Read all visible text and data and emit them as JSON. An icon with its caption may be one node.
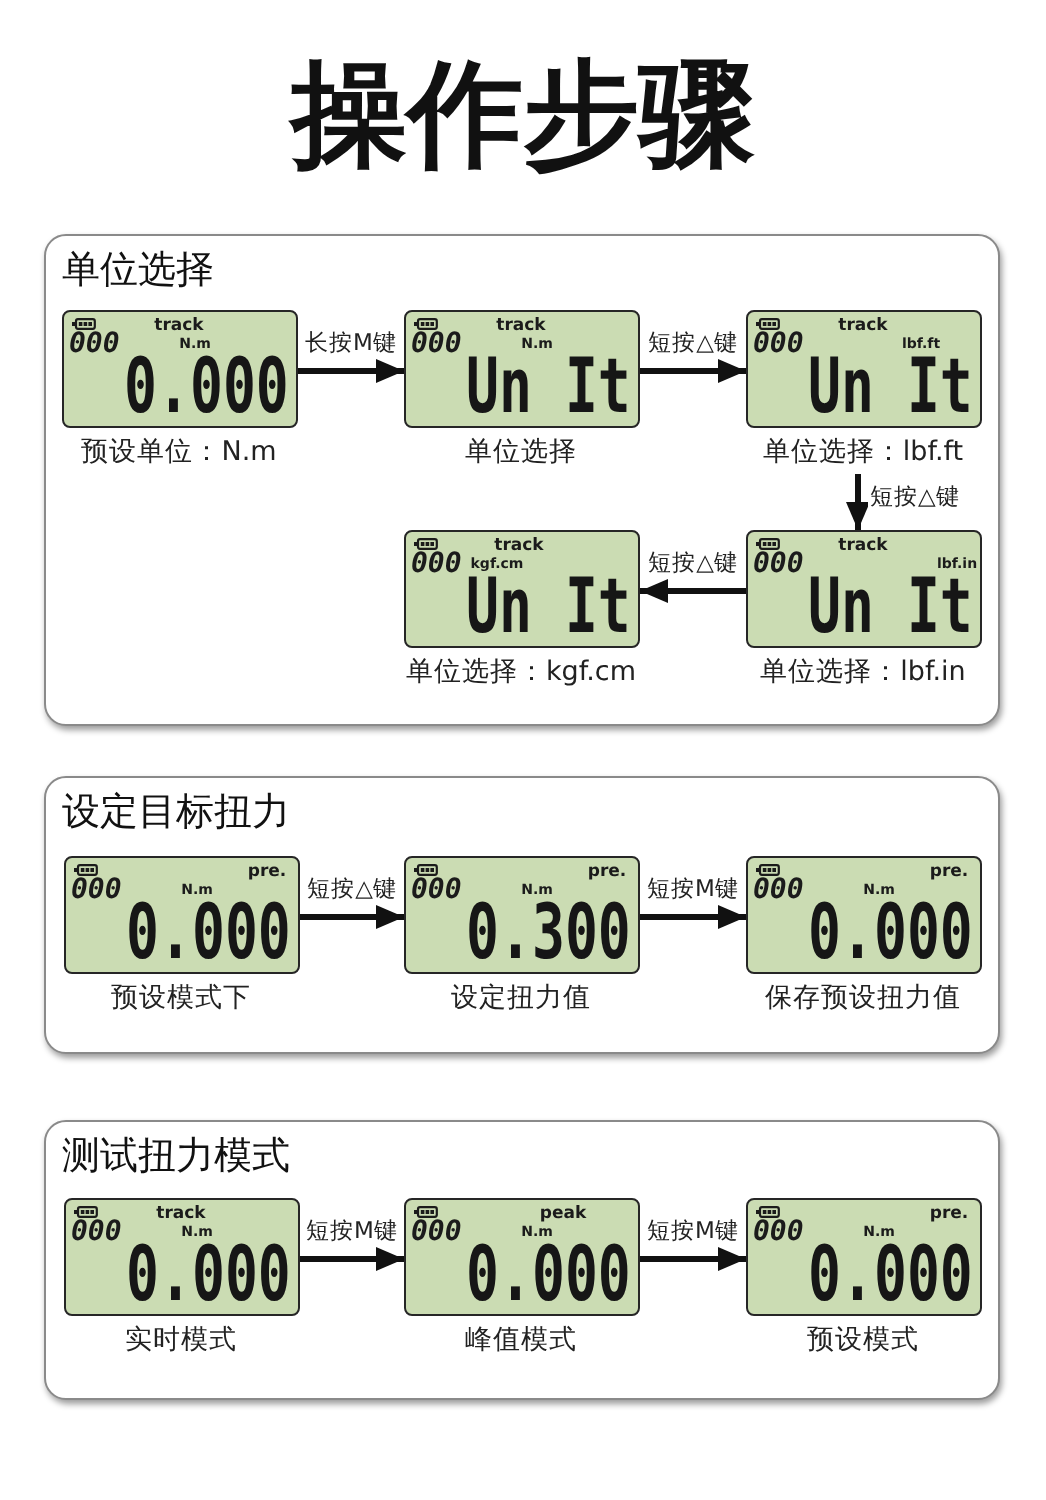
{
  "diagram": {
    "title": "操作步骤",
    "nodes": [
      {
        "text": [
          "单位选择"
        ]
      },
      {
        "text": [
          "track",
          "000",
          "N.m",
          "0.000"
        ],
        "in": 0,
        "beside": [
          "预设单位：N.m"
        ]
      },
      {
        "text": [
          "track",
          "000",
          "N.m",
          "Un It"
        ],
        "in": 0,
        "beside": [
          "单位选择"
        ]
      },
      {
        "text": [
          "track",
          "000",
          "lbf.ft",
          "Un It"
        ],
        "in": 0,
        "beside": [
          "单位选择：lbf.ft"
        ]
      },
      {
        "text": [
          "track",
          "000",
          "kgf.cm",
          "Un It"
        ],
        "in": 0,
        "beside": [
          "单位选择：kgf.cm"
        ]
      },
      {
        "text": [
          "track",
          "000",
          "lbf.in",
          "Un It"
        ],
        "in": 0,
        "beside": [
          "单位选择：lbf.in"
        ]
      },
      {
        "text": [
          "设定目标扭力"
        ]
      },
      {
        "text": [
          "pre.",
          "000",
          "N.m",
          "0.000"
        ],
        "in": 6,
        "beside": [
          "预设模式下"
        ]
      },
      {
        "text": [
          "pre.",
          "000",
          "N.m",
          "0.300"
        ],
        "in": 6,
        "beside": [
          "设定扭力值"
        ]
      },
      {
        "text": [
          "pre.",
          "000",
          "N.m",
          "0.000"
        ],
        "in": 6,
        "beside": [
          "保存预设扭力值"
        ]
      },
      {
        "text": [
          "测试扭力模式"
        ]
      },
      {
        "text": [
          "track",
          "000",
          "N.m",
          "0.000"
        ],
        "in": 10,
        "beside": [
          "实时模式"
        ]
      },
      {
        "text": [
          "peak",
          "000",
          "N.m",
          "0.000"
        ],
        "in": 10,
        "beside": [
          "峰值模式"
        ]
      },
      {
        "text": [
          "pre.",
          "000",
          "N.m",
          "0.000"
        ],
        "in": 10,
        "beside": [
          "预设模式"
        ]
      }
    ],
    "edges": [
      {
        "from": 1,
        "to": 2,
        "arrow": "to",
        "label": "长按M键"
      },
      {
        "from": 2,
        "to": 3,
        "arrow": "to",
        "label": "短按△键"
      },
      {
        "from": 3,
        "to": 5,
        "arrow": "to",
        "label": "短按△键"
      },
      {
        "from": 5,
        "to": 4,
        "arrow": "to",
        "label": "短按△键"
      },
      {
        "from": 7,
        "to": 8,
        "arrow": "to",
        "label": "短按△键"
      },
      {
        "from": 8,
        "to": 9,
        "arrow": "to",
        "label": "短按M键"
      },
      {
        "from": 11,
        "to": 12,
        "arrow": "to",
        "label": "短按M键"
      },
      {
        "from": 12,
        "to": 13,
        "arrow": "to",
        "label": "短按M键"
      }
    ]
  }
}
